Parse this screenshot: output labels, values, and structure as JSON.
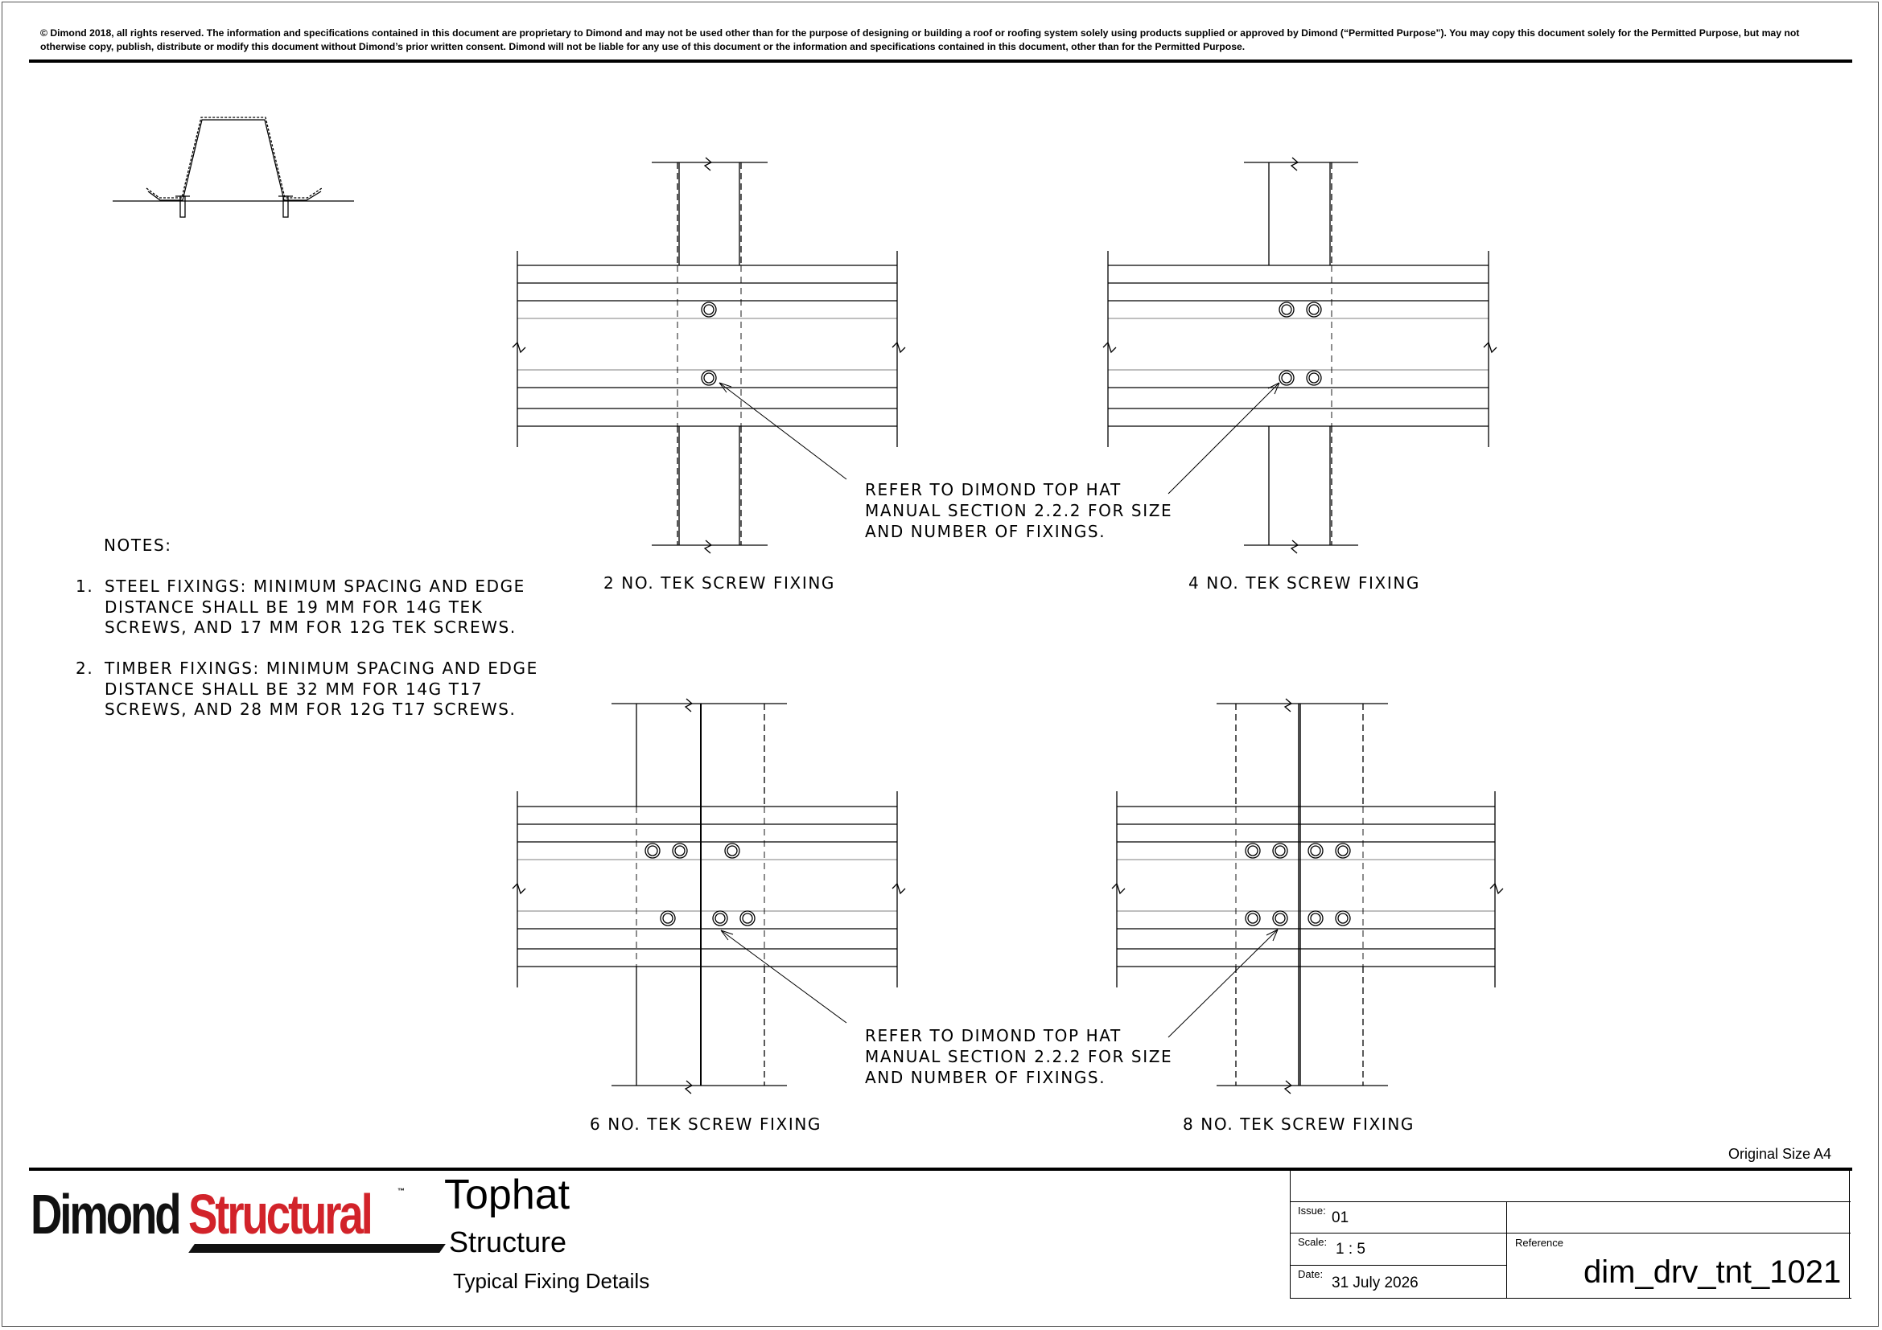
{
  "copyright": "© Dimond 2018, all rights reserved. The information and specifications contained in this document are proprietary to Dimond and may not be used other than for the purpose of designing or building a roof or roofing system solely using products supplied or approved by Dimond (“Permitted Purpose”). You may copy this document solely for the Permitted Purpose, but may not otherwise copy, publish, distribute or modify this document without Dimond’s prior written consent. Dimond will not be liable for any use of this document or the information and specifications contained in this document, other than for the Permitted Purpose.",
  "details": [
    {
      "caption": "2 NO. TEK SCREW FIXING"
    },
    {
      "caption": "4 NO. TEK SCREW FIXING"
    },
    {
      "caption": "6 NO. TEK SCREW FIXING"
    },
    {
      "caption": "8 NO. TEK SCREW FIXING"
    }
  ],
  "callouts": [
    "REFER TO DIMOND TOP HAT\nMANUAL SECTION 2.2.2 FOR SIZE\nAND NUMBER OF FIXINGS.",
    "REFER TO DIMOND TOP HAT\nMANUAL SECTION 2.2.2 FOR SIZE\nAND NUMBER OF FIXINGS."
  ],
  "notes": {
    "title": "NOTES:",
    "items": [
      {
        "num": "1.",
        "text": "STEEL FIXINGS: MINIMUM SPACING AND EDGE DISTANCE SHALL BE 19 MM FOR 14G TEK SCREWS, AND 17 MM FOR 12G TEK SCREWS."
      },
      {
        "num": "2.",
        "text": "TIMBER FIXINGS: MINIMUM SPACING AND EDGE DISTANCE SHALL BE 32 MM FOR 14G T17 SCREWS, AND 28 MM FOR 12G T17 SCREWS."
      }
    ]
  },
  "original_size": "Original Size A4",
  "logo": {
    "word1": "Dimond",
    "word2": "Structural",
    "tm": "™"
  },
  "title_block": {
    "title": "Tophat",
    "subtitle": "Structure",
    "description": "Typical Fixing Details",
    "issue_label": "Issue:",
    "issue": "01",
    "scale_label": "Scale:",
    "scale": "1 : 5",
    "date_label": "Date:",
    "date": "31 July 2026",
    "reference_label": "Reference",
    "reference": "dim_drv_tnt_1021"
  },
  "colors": {
    "brand_red": "#d2232a",
    "ink": "#000000"
  }
}
